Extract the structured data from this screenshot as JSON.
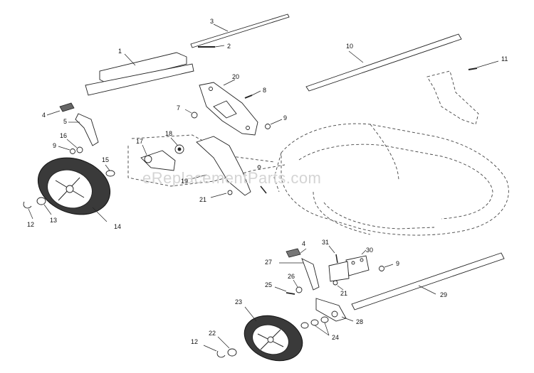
{
  "watermark": "eReplacementParts.com",
  "callouts": {
    "c1": "1",
    "c2": "2",
    "c3": "3",
    "c4a": "4",
    "c4b": "4",
    "c5": "5",
    "c7": "7",
    "c8": "8",
    "c9a": "9",
    "c9b": "9",
    "c9c": "9",
    "c10": "10",
    "c11": "11",
    "c12a": "12",
    "c12b": "12",
    "c13": "13",
    "c14": "14",
    "c15": "15",
    "c16": "16",
    "c17": "17",
    "c18": "18",
    "c19": "19",
    "c20": "20",
    "c21a": "21",
    "c21b": "21",
    "c22": "22",
    "c23": "23",
    "c24": "24",
    "c25": "25",
    "c26": "26",
    "c27": "27",
    "c28": "28",
    "c29": "29",
    "c30": "30",
    "c31": "31"
  }
}
